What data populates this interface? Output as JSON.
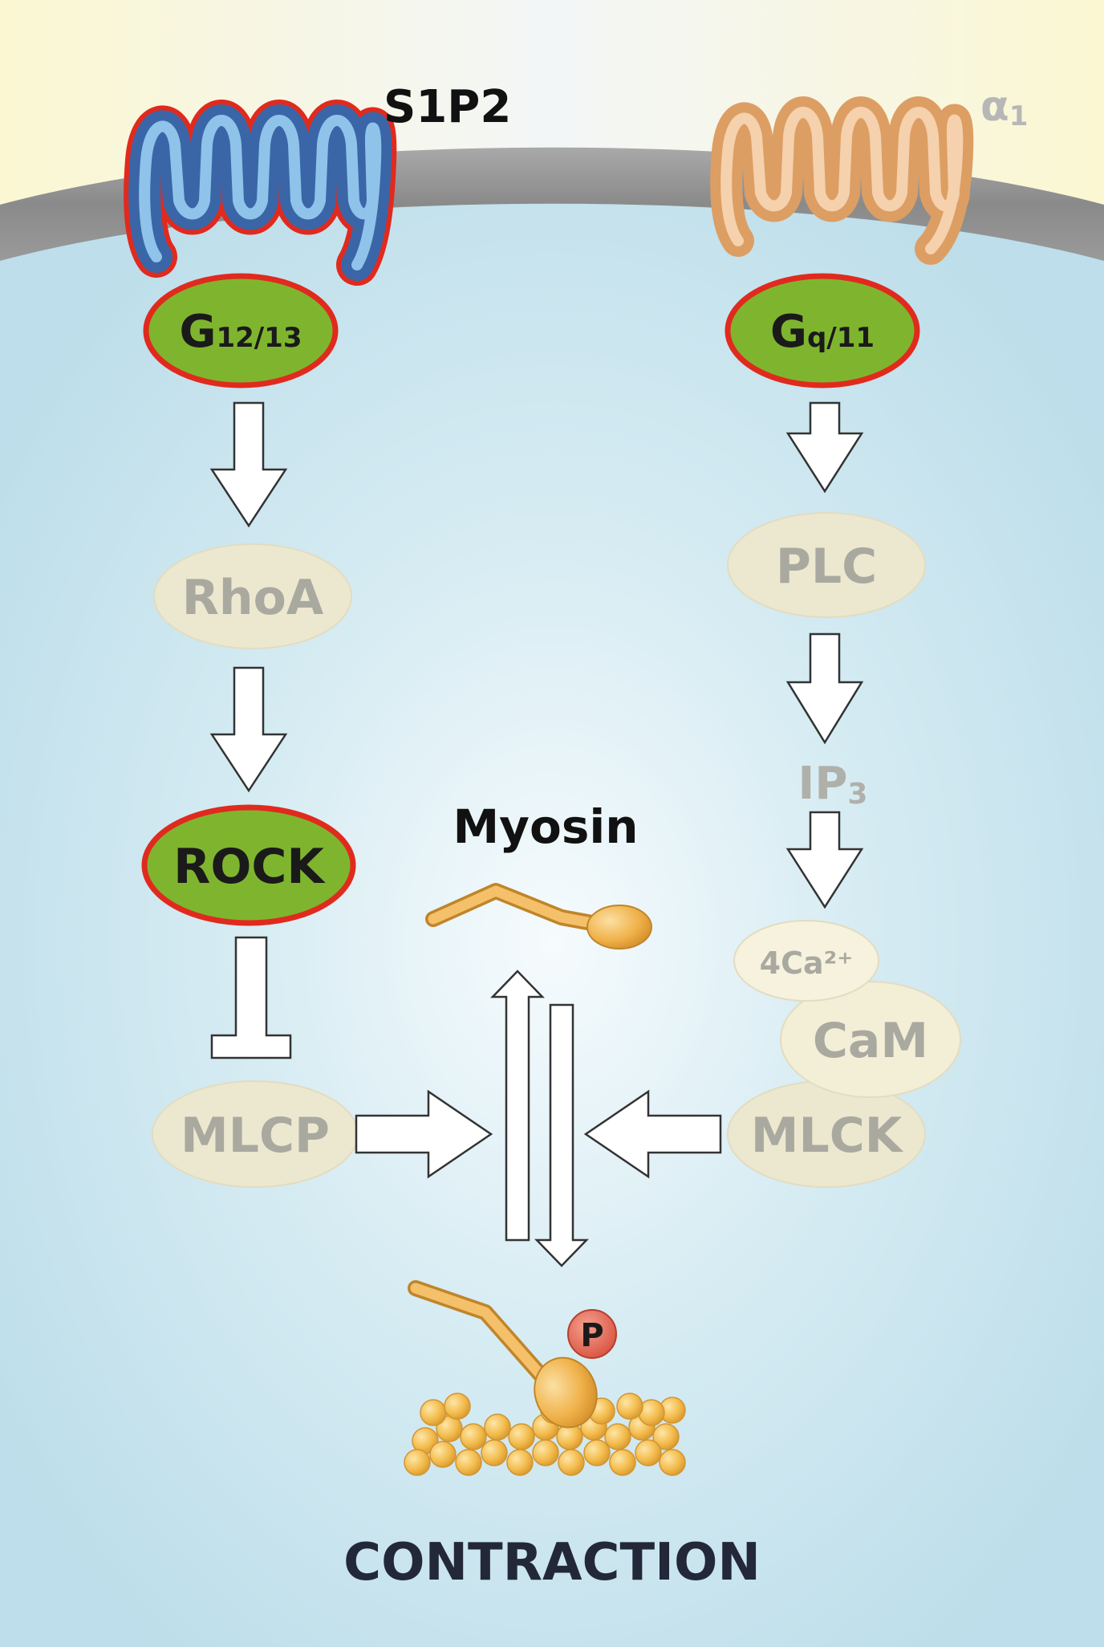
{
  "receptors": {
    "left": {
      "label": "S1P2"
    },
    "right": {
      "label": "α",
      "label_sub": "1"
    }
  },
  "g_proteins": {
    "left": {
      "main": "G",
      "sub": "12/13"
    },
    "right": {
      "main": "G",
      "sub": "q/11"
    }
  },
  "nodes": {
    "rhoa": "RhoA",
    "rock": "ROCK",
    "mlcp": "MLCP",
    "plc": "PLC",
    "ip3_main": "IP",
    "ip3_sub": "3",
    "ca": "4Ca²⁺",
    "cam": "CaM",
    "mlck": "MLCK"
  },
  "myosin": {
    "label": "Myosin",
    "phospho": "P"
  },
  "footer": {
    "label": "CONTRACTION"
  },
  "colors": {
    "membrane": "#8f8f8f",
    "cytoplasm": "#c3e2ec",
    "active_fill": "#7fb52e",
    "active_border": "#e02a1e",
    "inactive_fill": "#ece7cf",
    "inactive_text": "#a9a9a0",
    "receptor_left": "#3f6fb0",
    "receptor_right": "#e9b687",
    "myosin": "#f1b34f",
    "footer_text": "#232838"
  }
}
